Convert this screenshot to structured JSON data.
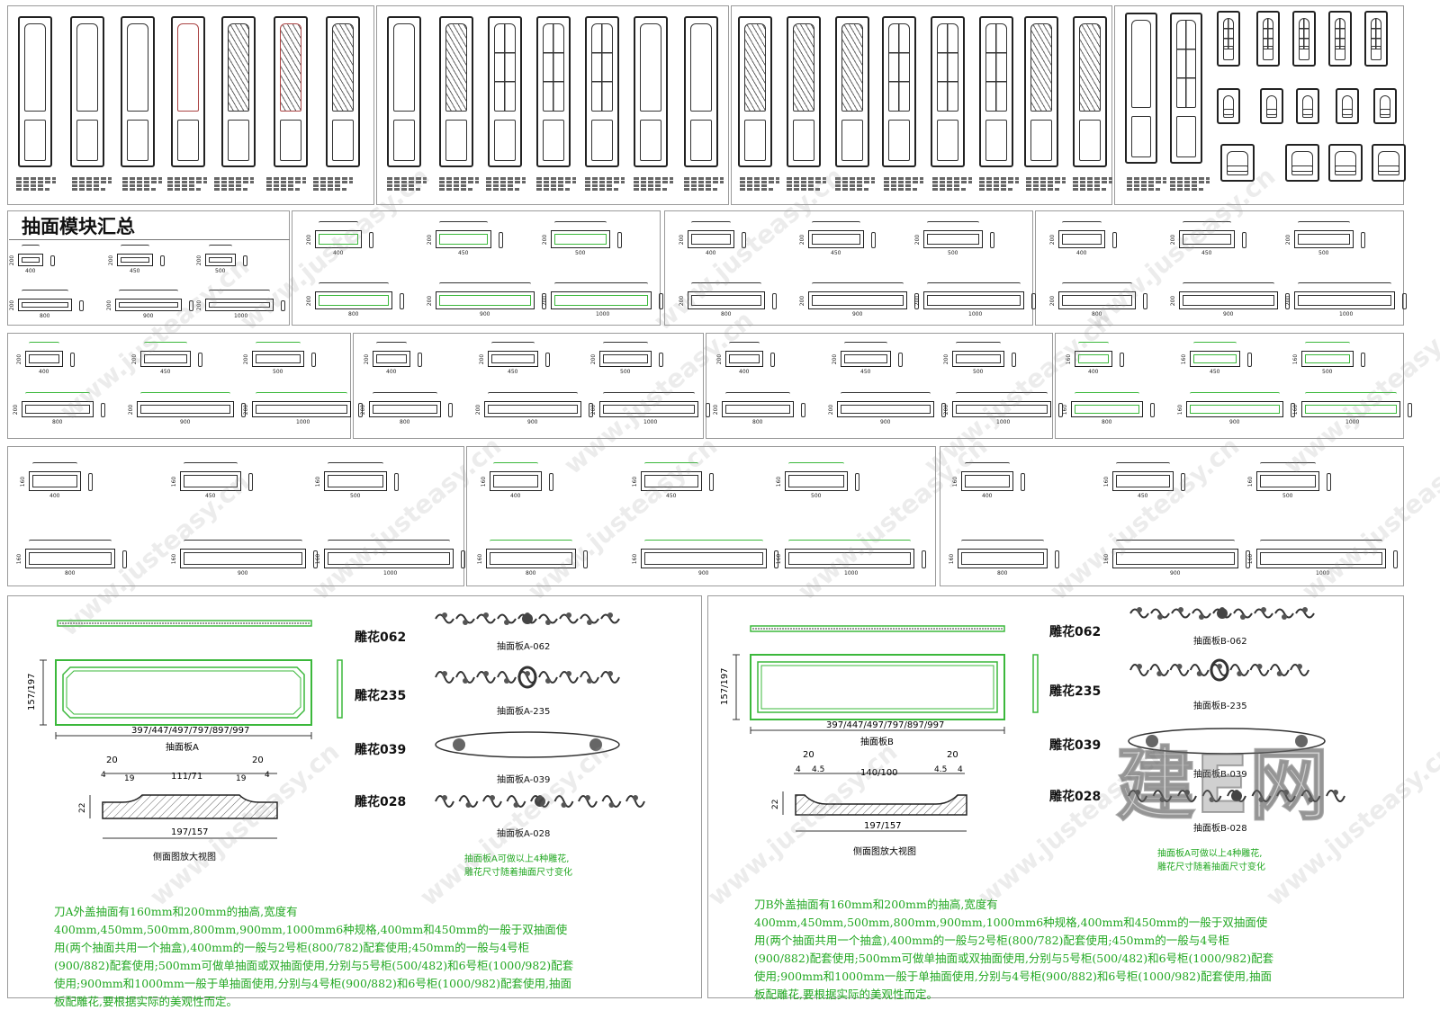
{
  "summary_title": "抽面模块汇总",
  "door_specs_placeholder": "",
  "drawer_widths": {
    "w400": "400",
    "w450": "450",
    "w500": "500",
    "w800": "800",
    "w900": "900",
    "w1000": "1000",
    "h200": "200",
    "h160": "160"
  },
  "detail_a": {
    "carvings": [
      "雕花062",
      "雕花235",
      "雕花039",
      "雕花028"
    ],
    "board_labels": [
      "抽面板A-062",
      "抽面板A-235",
      "抽面板A-039",
      "抽面板A-028"
    ],
    "height_dim": "157/197",
    "width_dim": "397/447/497/797/897/997",
    "panel_name": "抽面板A",
    "profile_dims": {
      "d20a": "20",
      "d20b": "20",
      "d4a": "4",
      "d19a": "19",
      "mid": "111/71",
      "d19b": "19",
      "d4b": "4",
      "h22": "22",
      "base": "197/157"
    },
    "profile_caption": "侧面图放大视图",
    "note": "抽面板A可做以上4种雕花,\n雕花尺寸随着抽面尺寸变化",
    "paragraph": "刀A外盖抽面有160mm和200mm的抽高,宽度有400mm,450mm,500mm,800mm,900mm,1000mm6种规格,400mm和450mm的一般于双抽面使用(两个抽面共用一个抽盒),400mm的一般与2号柜(800/782)配套使用;450mm的一般与4号柜(900/882)配套使用;500mm可做单抽面或双抽面使用,分别与5号柜(500/482)和6号柜(1000/982)配套使用;900mm和1000mm一般于单抽面使用,分别与4号柜(900/882)和6号柜(1000/982)配套使用,抽面板配雕花,要根据实际的美观性而定。"
  },
  "detail_b": {
    "carvings": [
      "雕花062",
      "雕花235",
      "雕花039",
      "雕花028"
    ],
    "board_labels": [
      "抽面板B-062",
      "抽面板B-235",
      "抽面板B-039",
      "抽面板B-028"
    ],
    "height_dim": "157/197",
    "width_dim": "397/447/497/797/897/997",
    "panel_name": "抽面板B",
    "profile_dims": {
      "d20a": "20",
      "d20b": "20",
      "d4a": "4",
      "d45a": "4.5",
      "mid": "140/100",
      "d45b": "4.5",
      "d4b": "4",
      "h22": "22",
      "base": "197/157"
    },
    "profile_caption": "侧面图放大视图",
    "note": "抽面板A可做以上4种雕花,\n雕花尺寸随着抽面尺寸变化",
    "paragraph": "刀B外盖抽面有160mm和200mm的抽高,宽度有400mm,450mm,500mm,800mm,900mm,1000mm6种规格,400mm和450mm的一般于双抽面使用(两个抽面共用一个抽盒),400mm的一般与2号柜(800/782)配套使用;450mm的一般与4号柜(900/882)配套使用;500mm可做单抽面或双抽面使用,分别与5号柜(500/482)和6号柜(1000/982)配套使用;900mm和1000mm一般于单抽面使用,分别与4号柜(900/882)和6号柜(1000/982)配套使用,抽面板配雕花,要根据实际的美观性而定。"
  },
  "watermark": "www.justeasy.cn",
  "logo": "建E网",
  "colors": {
    "accent_green": "#22a822",
    "line": "#222222"
  }
}
